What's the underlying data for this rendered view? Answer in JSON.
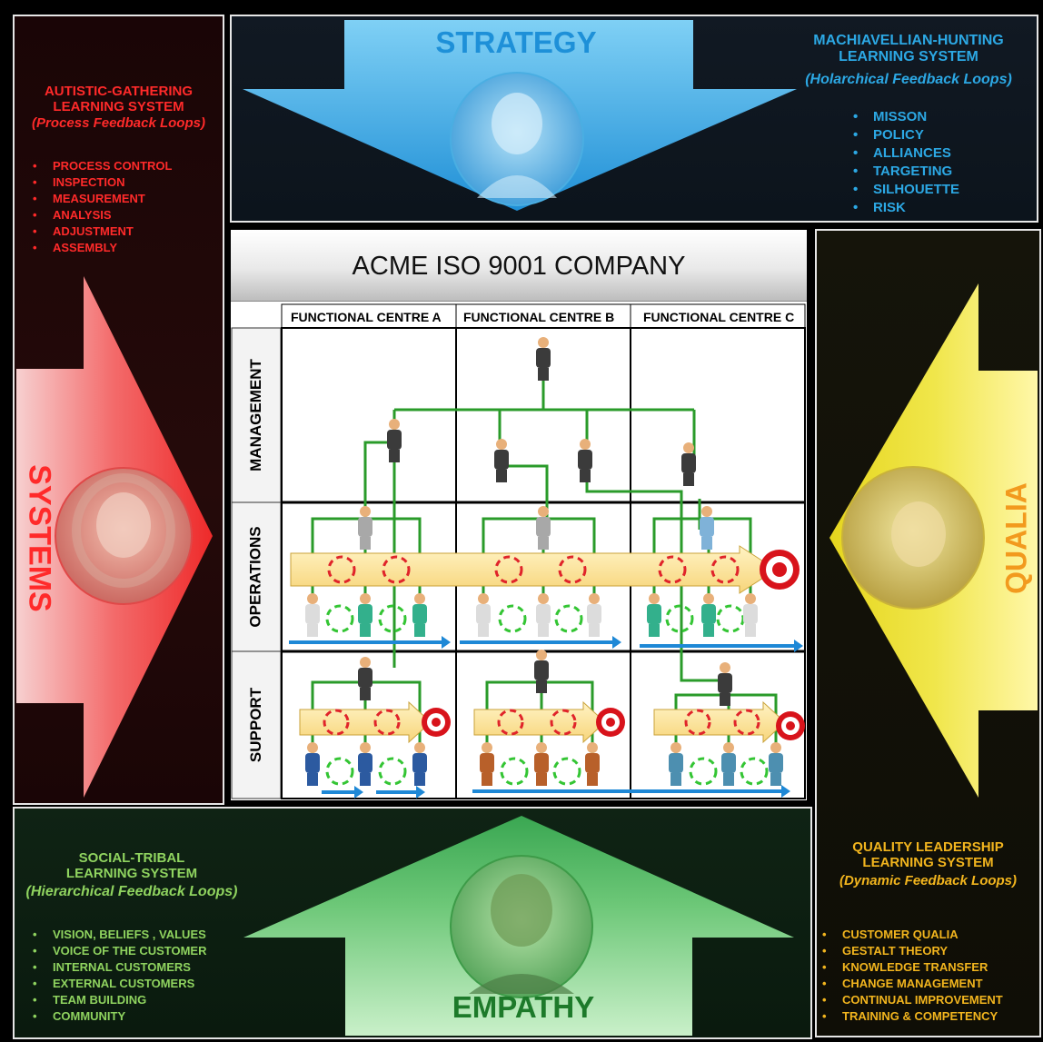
{
  "strategy": {
    "word": "STRATEGY",
    "heading_lines": [
      "MACHIAVELLIAN-HUNTING",
      "LEARNING SYSTEM"
    ],
    "subheading": "(Holarchical Feedback Loops)",
    "items": [
      "MISSON",
      "POLICY",
      "ALLIANCES",
      "TARGETING",
      "SILHOUETTE",
      "RISK"
    ],
    "color": "#29a9e1"
  },
  "systems": {
    "word": "SYSTEMS",
    "heading_lines": [
      "AUTISTIC-GATHERING",
      "LEARNING SYSTEM"
    ],
    "subheading": "(Process Feedback Loops)",
    "items": [
      "PROCESS CONTROL",
      "INSPECTION",
      "MEASUREMENT",
      "ANALYSIS",
      "ADJUSTMENT",
      "ASSEMBLY"
    ],
    "color": "#ff2a2a"
  },
  "qualia": {
    "word": "QUALIA",
    "heading_lines": [
      "QUALITY LEADERSHIP",
      "LEARNING SYSTEM"
    ],
    "subheading": "(Dynamic Feedback Loops)",
    "items": [
      "CUSTOMER QUALIA",
      "GESTALT THEORY",
      "KNOWLEDGE TRANSFER",
      "CHANGE MANAGEMENT",
      "CONTINUAL IMPROVEMENT",
      "TRAINING & COMPETENCY"
    ],
    "color": "#f29a1e"
  },
  "empathy": {
    "word": "EMPATHY",
    "heading_lines": [
      "SOCIAL-TRIBAL",
      "LEARNING SYSTEM"
    ],
    "subheading": "(Hierarchical Feedback Loops)",
    "items": [
      "VISION, BELIEFS , VALUES",
      "VOICE OF THE CUSTOMER",
      "INTERNAL CUSTOMERS",
      "EXTERNAL CUSTOMERS",
      "TEAM BUILDING",
      "COMMUNITY"
    ],
    "color": "#8fd35f"
  },
  "diagram": {
    "title": "ACME ISO 9001 COMPANY",
    "columns": [
      "FUNCTIONAL CENTRE A",
      "FUNCTIONAL CENTRE B",
      "FUNCTIONAL CENTRE C"
    ],
    "rows": [
      "MANAGEMENT",
      "OPERATIONS",
      "SUPPORT"
    ]
  }
}
